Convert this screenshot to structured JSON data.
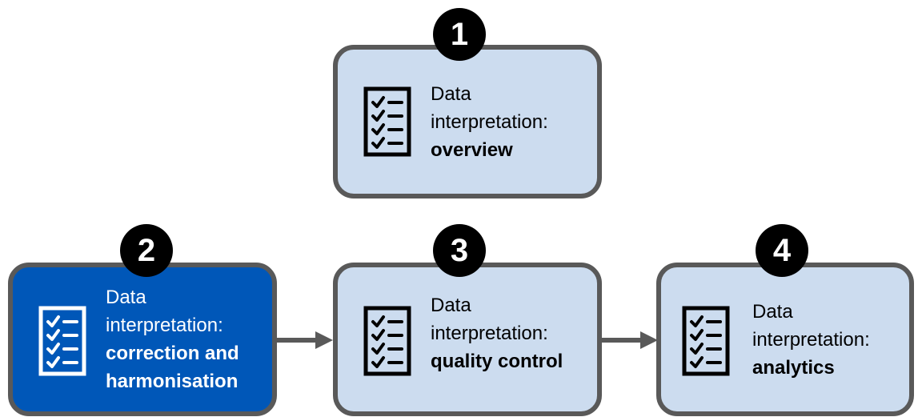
{
  "colors": {
    "card_fill": "#ccdcef",
    "card_active_fill": "#0057b8",
    "card_border": "#595959",
    "badge_fill": "#000000",
    "arrow": "#595959"
  },
  "steps": [
    {
      "number": "1",
      "line1": "Data",
      "line2": "interpretation:",
      "bold1": "overview",
      "bold2": "",
      "icon": "checklist-icon",
      "active": false
    },
    {
      "number": "2",
      "line1": "Data",
      "line2": "interpretation:",
      "bold1": "correction and",
      "bold2": "harmonisation",
      "icon": "checklist-icon",
      "active": true
    },
    {
      "number": "3",
      "line1": "Data",
      "line2": "interpretation:",
      "bold1": "quality control",
      "bold2": "",
      "icon": "checklist-icon",
      "active": false
    },
    {
      "number": "4",
      "line1": "Data",
      "line2": "interpretation:",
      "bold1": "analytics",
      "bold2": "",
      "icon": "checklist-icon",
      "active": false
    }
  ]
}
